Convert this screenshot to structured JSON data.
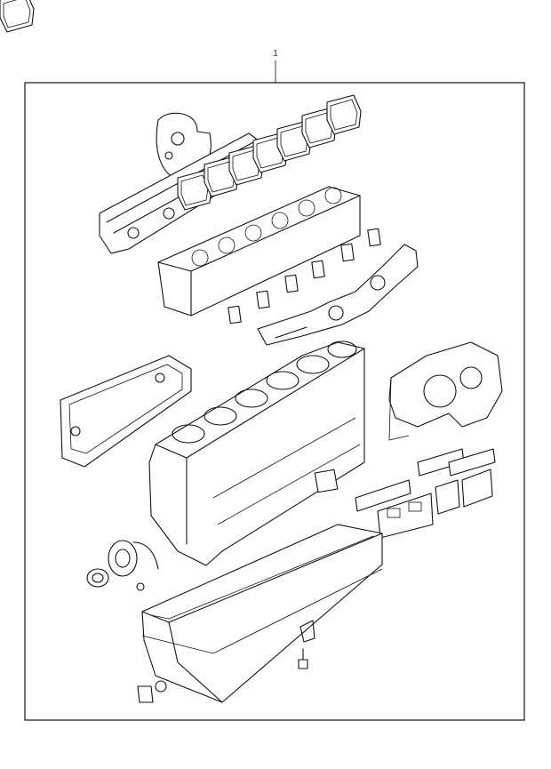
{
  "diagram": {
    "callout_number": "1",
    "colors": {
      "line": "#111111",
      "callout": "#1a1aa0",
      "background": "#ffffff"
    },
    "parts": [
      "timing-cover-gasket",
      "valve-cover-gaskets",
      "cylinder-head",
      "intake-port-gaskets",
      "exhaust-manifold",
      "oil-cooler-gasket",
      "engine-block",
      "flywheel-housing-gasket",
      "side-cover-gaskets",
      "rear-seal",
      "oil-pan",
      "drain-plug"
    ]
  }
}
